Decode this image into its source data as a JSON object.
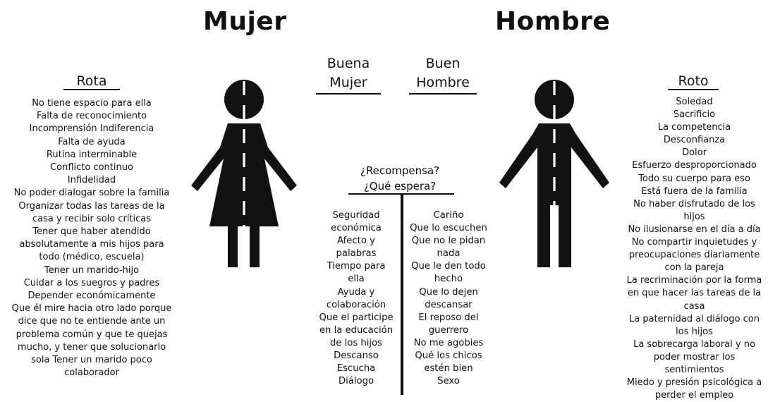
{
  "titles": {
    "woman": "Mujer",
    "man": "Hombre"
  },
  "middle": {
    "good_woman": [
      "Buena",
      "Mujer"
    ],
    "good_man": [
      "Buen",
      "Hombre"
    ],
    "question": [
      "¿Recompensa?",
      "¿Qué espera?"
    ]
  },
  "left": {
    "heading": "Rota",
    "lines": [
      "No tiene espacio para ella",
      "Falta de reconocimiento",
      "Incomprensión Indiferencia",
      "Falta de ayuda",
      "Rutina interminable",
      "Conflicto continuo",
      "Infidelidad",
      "No poder dialogar sobre la familia",
      "Organizar todas las  tareas de la",
      "casa y recibir solo críticas",
      "Tener que haber atendido",
      "absolutamente a mis hijos para",
      "todo (médico, escuela)",
      "Tener un marido-hijo",
      "Cuidar a los suegros y padres",
      "Depender económicamente",
      "Que él mire hacia otro lado porque",
      "dice que no te entiende ante un",
      "problema común y que te quejas",
      "mucho, y tener que solucionarlo",
      "sola Tener un marido poco",
      "colaborador"
    ]
  },
  "right": {
    "heading": "Roto",
    "lines": [
      "Soledad",
      "Sacrificio",
      "La competencia",
      "Desconfianza",
      "Dolor",
      "Esfuerzo desproporcionado",
      "Todo su cuerpo para eso",
      "Está fuera de la familia",
      "No haber disfrutado de los",
      "hijos",
      "No ilusionarse en el día a día",
      "No compartir inquietudes y",
      "preocupaciones diariamente",
      "con la pareja",
      "La recriminación por la forma",
      "en que hacer las tareas de la",
      "casa",
      "La paternidad al diálogo con",
      "los hijos",
      "La sobrecarga laboral y no",
      "poder mostrar los",
      "sentimientos",
      "Miedo y presión psicológica a",
      "perder el empleo"
    ]
  },
  "rewards_woman": [
    "Seguridad",
    "económica",
    "Afecto y",
    "palabras",
    "Tiempo para",
    "ella",
    "Ayuda y",
    "colaboración",
    "Que el participe",
    "en la educación",
    "de los hijos",
    "Descanso",
    "Escucha",
    "Diálogo"
  ],
  "rewards_man": [
    "Cariño",
    "Que lo escuchen",
    "Que no le pidan",
    "nada",
    "Que le den todo",
    "hecho",
    "Que lo dejen",
    "descansar",
    "El reposo del",
    "guerrero",
    "No me agobies",
    "Qué los chicos",
    "estén bien",
    "Sexo"
  ]
}
